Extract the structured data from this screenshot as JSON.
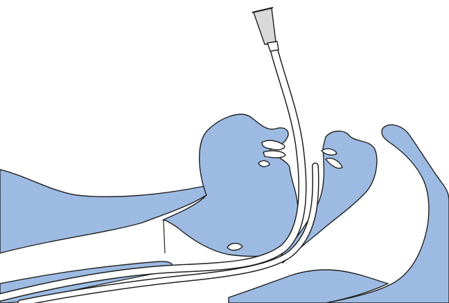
{
  "figure": {
    "description_label": "",
    "colors": {
      "tissue": "#9DBBE2",
      "outline": "#1F1F1F",
      "background": "#FFFFFF",
      "tube": "#FFFFFF",
      "connector": "#D9D9D9"
    },
    "parts": [
      "nasal-cavity-tissue",
      "tongue-and-palate-tissue",
      "epiglottis-tissue",
      "posterior-pharynx-tissue",
      "esophagus-tissue",
      "feeding-tube",
      "tube-connector"
    ]
  }
}
